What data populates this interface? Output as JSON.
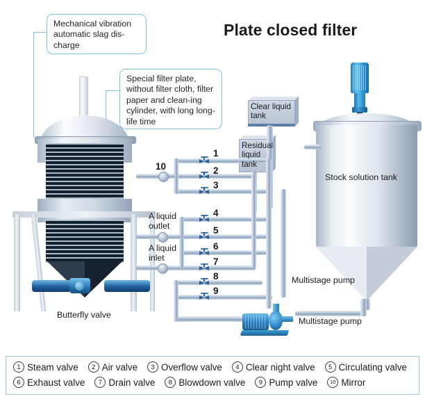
{
  "title": "Plate closed filter",
  "callouts": [
    {
      "id": "mechanical-vibration",
      "text": "Mechanical vibration automatic slag dis-charge"
    },
    {
      "id": "special-filter-plate",
      "text": "Special filter plate, without filter cloth, filter paper and clean-ing cylinder, with long long-life time"
    }
  ],
  "equipment": {
    "filter_vessel_label": "Butterfly valve",
    "clear_liquid_tank": "Clear liquid tank",
    "residual_liquid_tank": "Residual liquid tank",
    "stock_solution_tank": "Stock solution tank",
    "pump_upper_label": "Multistage pump",
    "pump_lower_label": "Multistage pump",
    "a_liquid_outlet": "A liquid outlet",
    "a_liquid_inlet": "A liquid inlet"
  },
  "valve_numbers": [
    "1",
    "2",
    "3",
    "4",
    "5",
    "6",
    "7",
    "8",
    "9",
    "10"
  ],
  "legend": {
    "row1": [
      {
        "num": "1",
        "label": "Steam valve"
      },
      {
        "num": "2",
        "label": "Air valve"
      },
      {
        "num": "3",
        "label": "Overflow valve"
      },
      {
        "num": "4",
        "label": "Clear night valve"
      },
      {
        "num": "5",
        "label": "Circulating valve"
      }
    ],
    "row2": [
      {
        "num": "6",
        "label": "Exhaust valve"
      },
      {
        "num": "7",
        "label": "Drain valve"
      },
      {
        "num": "8",
        "label": "Blowdown valve"
      },
      {
        "num": "9",
        "label": "Pump valve"
      },
      {
        "num": "10",
        "label": "Mirror"
      }
    ]
  },
  "colors": {
    "callout_border": "#7fc5e4",
    "pipe": "#a8b9cd",
    "valve": "#2d5f96",
    "motor_blue": "#2a7fc0",
    "legend_border": "#9ec6da",
    "background": "#ffffff"
  }
}
